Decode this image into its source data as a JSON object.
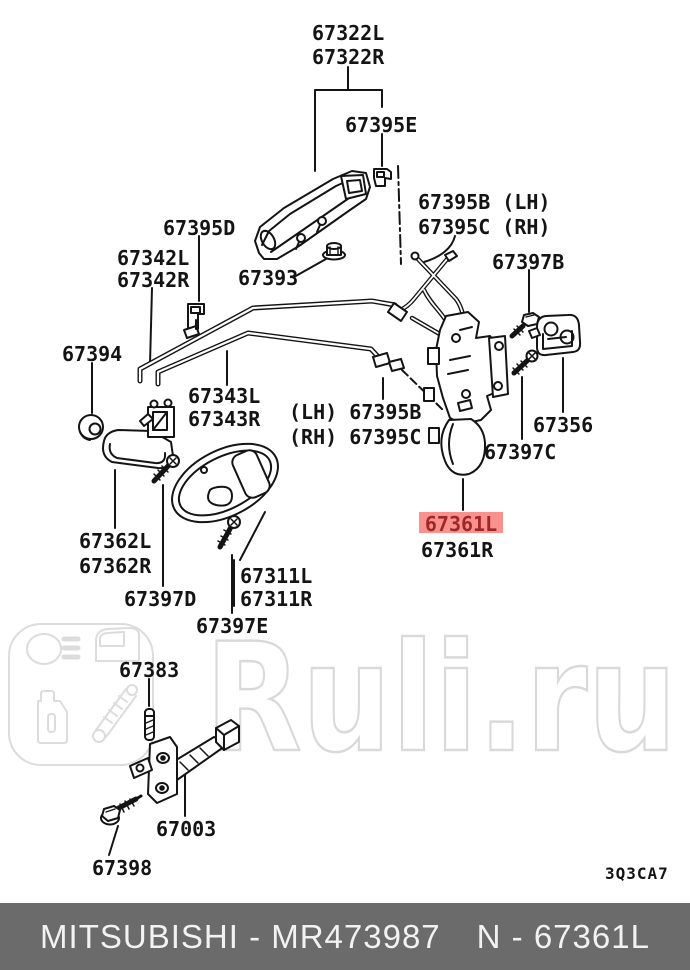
{
  "labels": {
    "l67322L": "67322L",
    "l67322R": "67322R",
    "l67395E": "67395E",
    "l67395B_LH": "67395B (LH)",
    "l67395C_RH": "67395C (RH)",
    "l67397B": "67397B",
    "l67395D": "67395D",
    "l67342L": "67342L",
    "l67342R": "67342R",
    "l67393": "67393",
    "l67394": "67394",
    "l67343L": "67343L",
    "l67343R": "67343R",
    "lLH_67395B": "(LH) 67395B",
    "lRH_67395C": "(RH) 67395C",
    "l67356": "67356",
    "l67397C": "67397C",
    "l67361L": "67361L",
    "l67361R": "67361R",
    "l67362L": "67362L",
    "l67362R": "67362R",
    "l67397D": "67397D",
    "l67311L": "67311L",
    "l67311R": "67311R",
    "l67397E": "67397E",
    "l67383": "67383",
    "l67003": "67003",
    "l67398": "67398"
  },
  "drawing_code": "3Q3CA7",
  "watermark": {
    "text": "Ruli.ru"
  },
  "highlight": {
    "part": "67361L",
    "background": "#f9918e",
    "text_color": "#9e2727"
  },
  "footer": {
    "left": "MITSUBISHI - MR473987",
    "right": "N - 67361L",
    "bar_color": "#6b6b6b",
    "text_color": "#f2f2f2"
  }
}
